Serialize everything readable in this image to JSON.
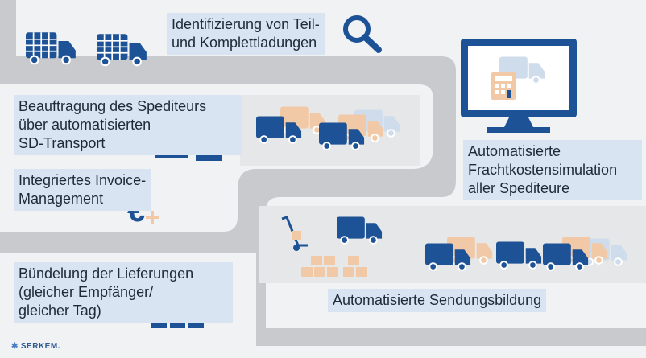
{
  "labels": {
    "identification": "Identifizierung von Teil- und Komplettladungen",
    "carrier_assignment": "Beauftragung des Spediteurs über automatisierten SD-Transport",
    "invoice": "Integriertes Invoice-Management",
    "bundling": "Bündelung der Lieferungen (gleicher Empfänger/ gleicher Tag)",
    "freight_simulation": "Automatisierte Frachtkostensimulation aller Spediteure",
    "shipment_building": "Automatisierte Sendungsbildung"
  },
  "lines": {
    "identification": [
      "Identifizierung von Teil-",
      "und Komplettladungen"
    ],
    "carrier_assignment": [
      "Beauftragung des Spediteurs",
      "über automatisierten",
      "SD-Transport"
    ],
    "invoice": [
      "Integriertes Invoice-",
      "Management"
    ],
    "bundling": [
      "Bündelung der Lieferungen",
      "(gleicher Empfänger/",
      "gleicher Tag)"
    ],
    "freight_simulation": [
      "Automatisierte",
      "Frachtkostensimulation",
      "aller Spediteure"
    ],
    "shipment_building": [
      "Automatisierte Sendungsbildung"
    ]
  },
  "icons": {
    "search": "search-icon",
    "monitor": "monitor-calculator-icon",
    "mail": "envelope-icon",
    "document": "document-icon",
    "euro": "euro-plus-icon",
    "boxes": "stacked-boxes-icon",
    "hand_truck": "hand-truck-icon",
    "truck": "truck-icon"
  },
  "colors": {
    "truck_primary": "#1d5296",
    "truck_peach": "#f2c9a6",
    "truck_light": "#cfdcec",
    "label_bg": "#d8e4f2",
    "road": "#c8cacd",
    "panel": "#e6e7e9",
    "background": "#f1f2f4"
  },
  "brand": "SERKEM."
}
